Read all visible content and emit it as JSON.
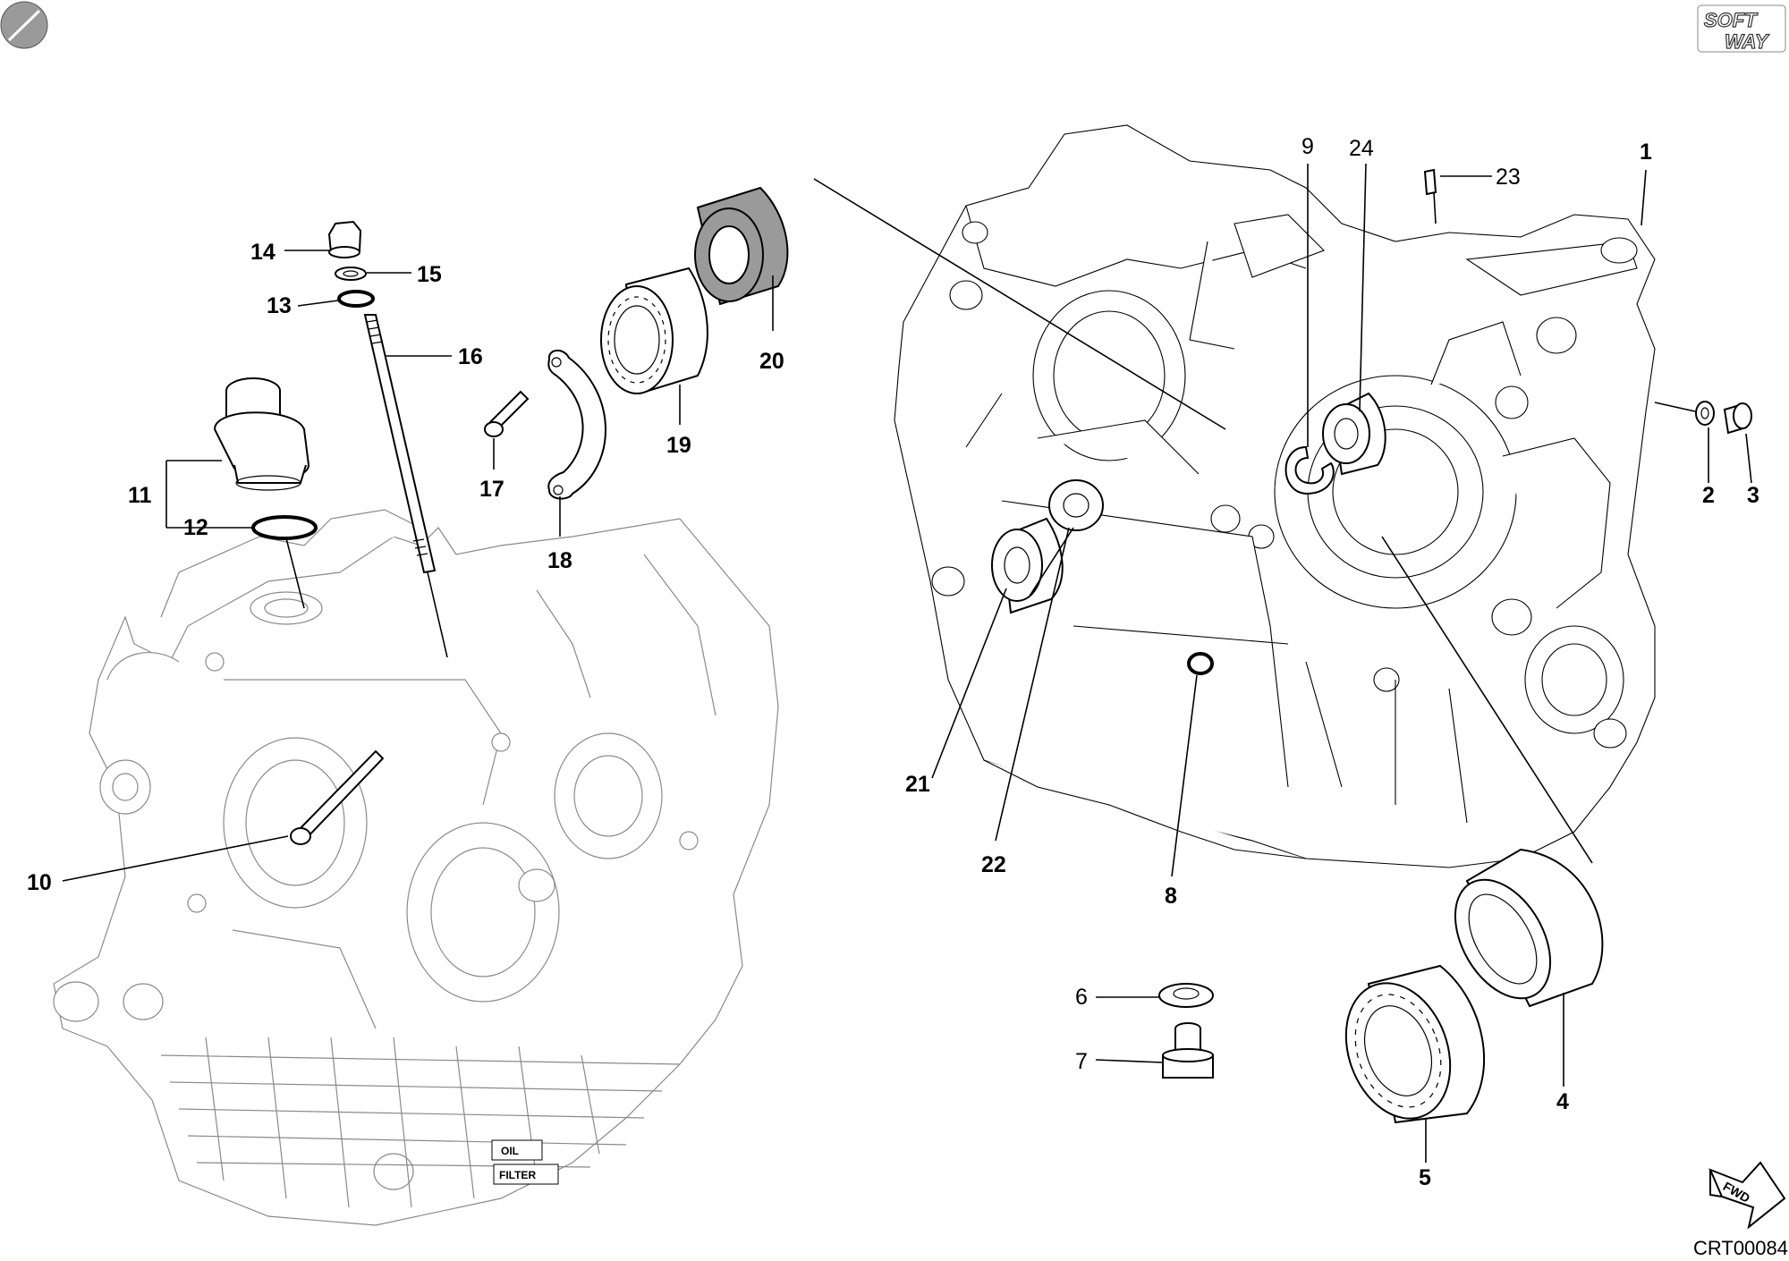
{
  "diagram": {
    "reference_code": "CRT00084",
    "logo": {
      "text_top": "SOFT",
      "text_bottom": "WAY"
    },
    "fwd_marker": {
      "text": "FWD"
    },
    "stamps": {
      "oil": "OIL",
      "filter": "FILTER"
    },
    "callouts": [
      {
        "id": "1",
        "label": "1",
        "bold": true
      },
      {
        "id": "2",
        "label": "2",
        "bold": true
      },
      {
        "id": "3",
        "label": "3",
        "bold": true
      },
      {
        "id": "4",
        "label": "4",
        "bold": true
      },
      {
        "id": "5",
        "label": "5",
        "bold": true
      },
      {
        "id": "6",
        "label": "6",
        "bold": false
      },
      {
        "id": "7",
        "label": "7",
        "bold": false
      },
      {
        "id": "8",
        "label": "8",
        "bold": true
      },
      {
        "id": "9",
        "label": "9",
        "bold": false
      },
      {
        "id": "10",
        "label": "10",
        "bold": true
      },
      {
        "id": "11",
        "label": "11",
        "bold": true
      },
      {
        "id": "12",
        "label": "12",
        "bold": true
      },
      {
        "id": "13",
        "label": "13",
        "bold": true
      },
      {
        "id": "14",
        "label": "14",
        "bold": true
      },
      {
        "id": "15",
        "label": "15",
        "bold": true
      },
      {
        "id": "16",
        "label": "16",
        "bold": true
      },
      {
        "id": "17",
        "label": "17",
        "bold": true
      },
      {
        "id": "18",
        "label": "18",
        "bold": true
      },
      {
        "id": "19",
        "label": "19",
        "bold": true
      },
      {
        "id": "20",
        "label": "20",
        "bold": true
      },
      {
        "id": "21",
        "label": "21",
        "bold": true
      },
      {
        "id": "22",
        "label": "22",
        "bold": true
      },
      {
        "id": "23",
        "label": "23",
        "bold": false
      },
      {
        "id": "24",
        "label": "24",
        "bold": false
      }
    ]
  }
}
